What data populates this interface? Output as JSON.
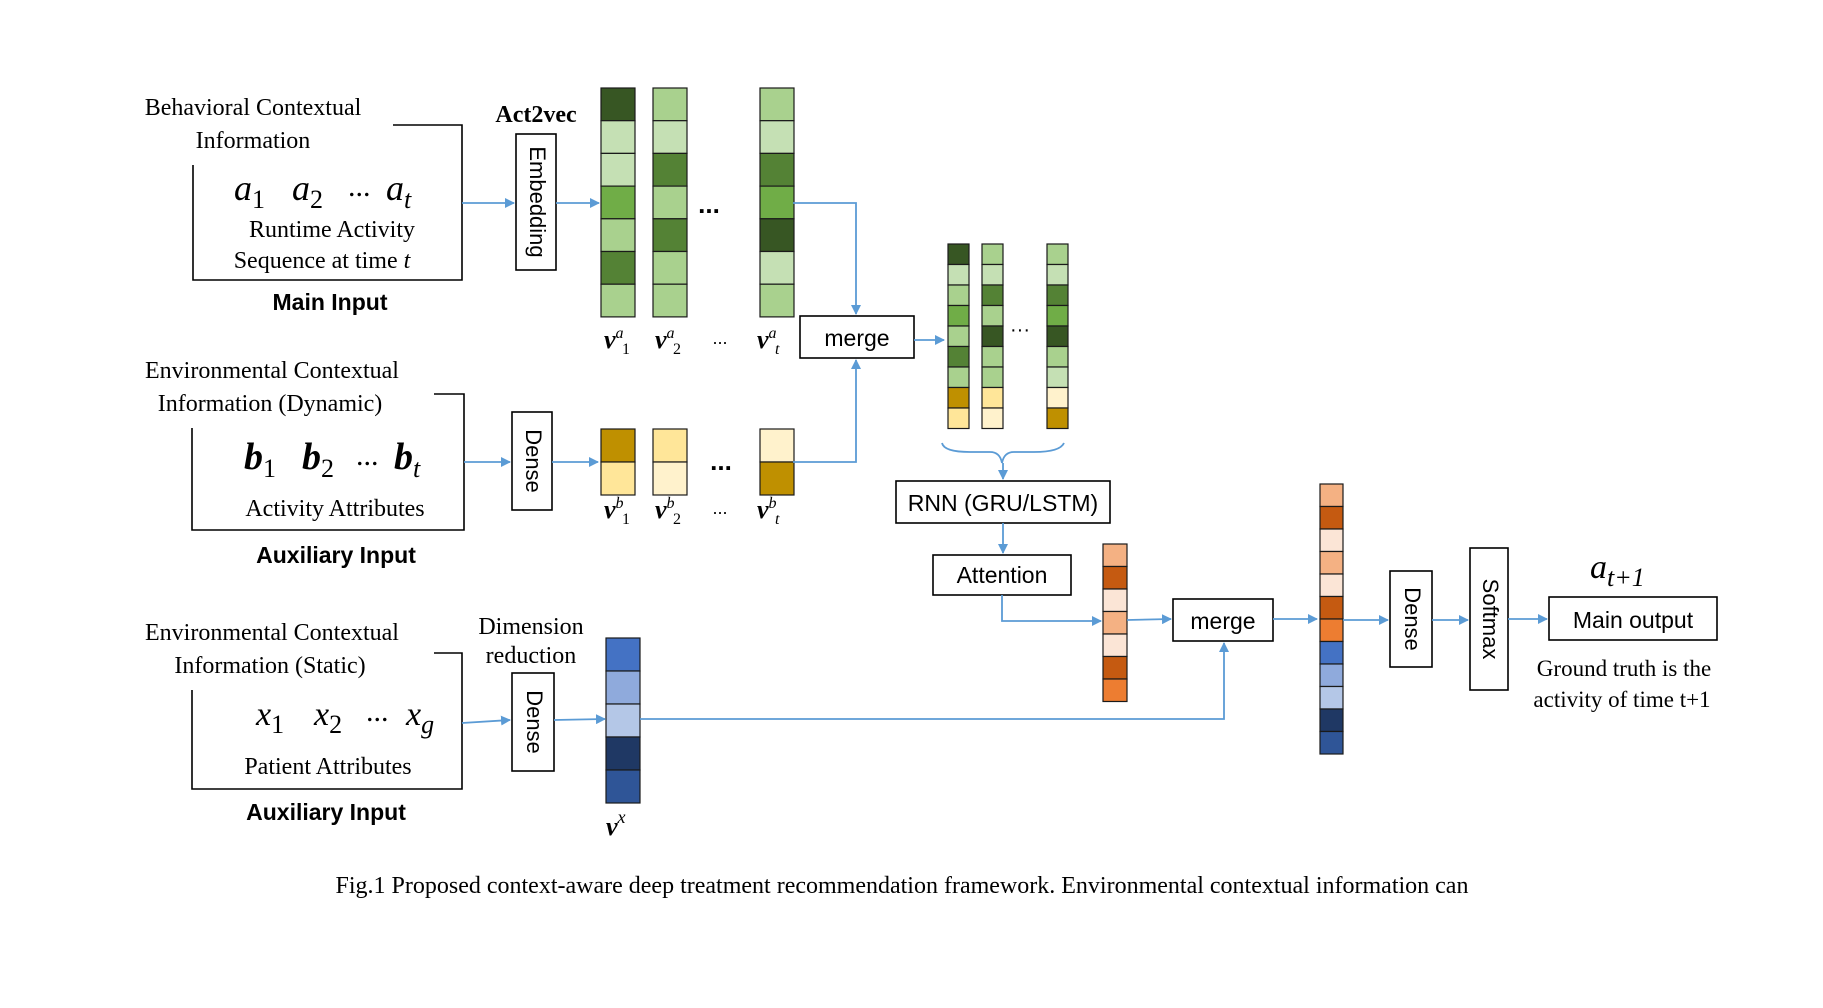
{
  "inputs": {
    "behavioral": {
      "title_line1": "Behavioral  Contextual",
      "title_line2": "Information",
      "seq_a": "a",
      "seq_ellipsis": "...",
      "sub_1": "1",
      "sub_2": "2",
      "sub_t": "t",
      "desc_line1": "Runtime Activity",
      "desc_line2": "Sequence at time",
      "desc_var": "t",
      "label": "Main Input"
    },
    "dynamic": {
      "title_line1": "Environmental  Contextual",
      "title_line2": "Information  (Dynamic)",
      "seq_b": "b",
      "seq_ellipsis": "...",
      "sub_1": "1",
      "sub_2": "2",
      "sub_t": "t",
      "desc": "Activity Attributes",
      "label": "Auxiliary Input"
    },
    "static": {
      "title_line1": "Environmental  Contextual",
      "title_line2": "Information  (Static)",
      "seq_x": "x",
      "seq_ellipsis": "...",
      "sub_1": "1",
      "sub_2": "2",
      "sub_g": "g",
      "desc": "Patient Attributes",
      "label": "Auxiliary Input"
    }
  },
  "layers": {
    "act2vec": "Act2vec",
    "embedding": "Embedding",
    "dense_dynamic": "Dense",
    "dim_reduction_line1": "Dimension",
    "dim_reduction_line2": "reduction",
    "dense_static": "Dense",
    "merge_top": "merge",
    "rnn": "RNN (GRU/LSTM)",
    "attention": "Attention",
    "merge_bottom": "merge",
    "dense_final": "Dense",
    "softmax": "Softmax",
    "main_output": "Main output"
  },
  "vectors": {
    "v": "v",
    "sup_a": "a",
    "sup_b": "b",
    "sup_x": "x",
    "sub_1": "1",
    "sub_2": "2",
    "sub_t": "t",
    "ellipsis": "...",
    "ellipsis_dots": "···"
  },
  "output": {
    "a": "a",
    "sub": "t+1",
    "note_line1": "Ground truth is the",
    "note_line2": "activity of time t+1"
  },
  "caption": "Fig.1 Proposed context-aware deep treatment recommendation framework. Environmental contextual information can",
  "colors": {
    "arrow": "#5b9bd5",
    "green_dark": "#375623",
    "green_mid": "#548235",
    "green": "#70ad47",
    "green_light": "#a9d18e",
    "green_pale": "#c5e0b4",
    "gold": "#bf9000",
    "gold_pale": "#ffe699",
    "gold_very_pale": "#fff2cc",
    "orange_dark": "#c55a11",
    "orange": "#ed7d31",
    "orange_light": "#f4b183",
    "orange_pale": "#fbe5d6",
    "blue": "#4472c4",
    "blue_light": "#8faadc",
    "blue_pale": "#b4c7e7",
    "navy": "#1f3864",
    "blue_dark": "#2f5597"
  }
}
